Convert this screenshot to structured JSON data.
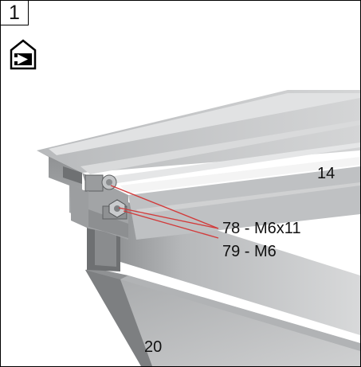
{
  "step": {
    "number": "1"
  },
  "icon": {
    "name": "house-with-arrow-icon"
  },
  "callouts": {
    "rail": "14",
    "bolt": "78 - M6x11",
    "nut": "79 - M6",
    "profile": "20"
  },
  "colors": {
    "rail_light": "#c9cacb",
    "rail_mid": "#a8aaac",
    "rail_dark": "#7c7e80",
    "leader": "#d23a3a"
  }
}
